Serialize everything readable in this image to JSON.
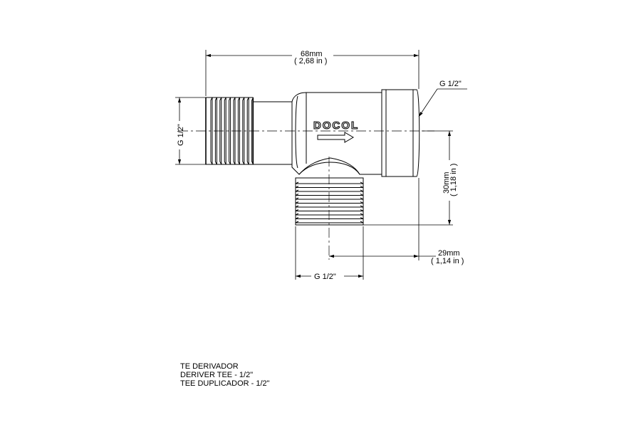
{
  "drawing": {
    "brand": "DOCOL",
    "dimensions": {
      "overall_length_mm": "68mm",
      "overall_length_in": "( 2,68 in )",
      "branch_height_mm": "30mm",
      "branch_height_in": "( 1,18 in )",
      "branch_offset_mm": "29mm",
      "branch_offset_in": "( 1,14 in )"
    },
    "thread_labels": {
      "left": "G 1/2\"",
      "right": "G 1/2\"",
      "bottom": "G 1/2\""
    }
  },
  "title_block": {
    "lines": [
      "TE DERIVADOR",
      "DERIVER TEE - 1/2\"",
      "TEE DUPLICADOR - 1/2\""
    ]
  }
}
